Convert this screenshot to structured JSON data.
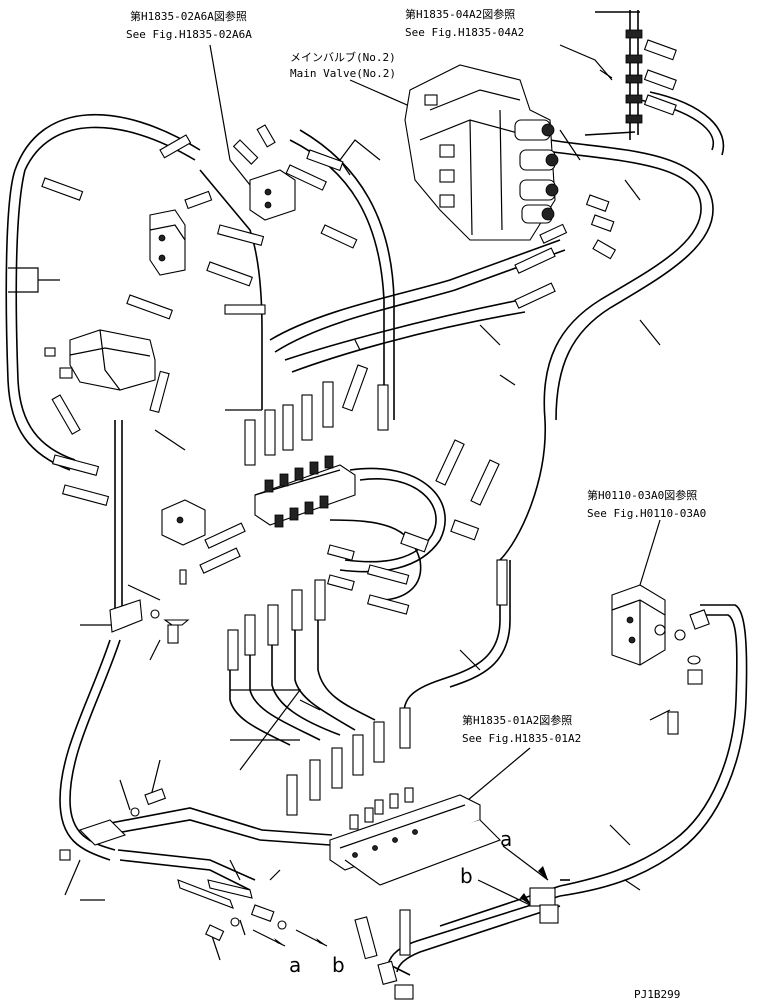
{
  "refs": [
    {
      "id": "ref-h1835-02a6a",
      "jp": "第H1835-02A6A図参照",
      "en": "See Fig.H1835-02A6A"
    },
    {
      "id": "ref-h1835-04a2",
      "jp": "第H1835-04A2図参照",
      "en": "See Fig.H1835-04A2"
    },
    {
      "id": "ref-h0110-03a0",
      "jp": "第H0110-03A0図参照",
      "en": "See Fig.H0110-03A0"
    },
    {
      "id": "ref-h1835-01a2",
      "jp": "第H1835-01A2図参照",
      "en": "See Fig.H1835-01A2"
    }
  ],
  "main_valve": {
    "jp": "メインバルブ(No.2)",
    "en": "Main Valve(No.2)"
  },
  "connection_labels": {
    "a": "a",
    "b": "b"
  },
  "drawing_code": "PJ1B299"
}
